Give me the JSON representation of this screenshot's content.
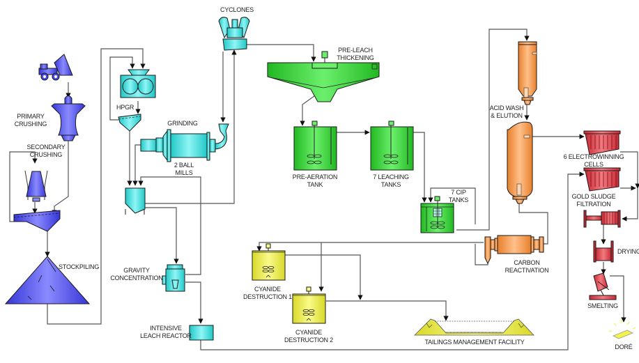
{
  "title": "Gold Processing Flowsheet",
  "colors": {
    "crushing": "#5b5bf0",
    "grinding": "#3fe0e0",
    "leaching": "#3fd43f",
    "elution": "#f5a050",
    "refining": "#e0505a",
    "cyanide": "#ecec4c",
    "tailings": "#e6e63a",
    "dore": "#f2f24a",
    "pipe": "#555555"
  },
  "units": {
    "primary_crushing": {
      "line1": "PRIMARY",
      "line2": "CRUSHING"
    },
    "secondary_crushing": {
      "line1": "SECONDARY",
      "line2": "CRUSHING"
    },
    "stockpiling": {
      "line1": "STOCKPILING"
    },
    "hpgr": {
      "line1": "HPGR"
    },
    "grinding": {
      "line1": "GRINDING"
    },
    "ball_mills": {
      "line1": "2 BALL",
      "line2": "MILLS"
    },
    "cyclones": {
      "line1": "CYCLONES"
    },
    "gravity_concentration": {
      "line1": "GRAVITY",
      "line2": "CONCENTRATION"
    },
    "intensive_leach_reactor": {
      "line1": "INTENSIVE",
      "line2": "LEACH REACTOR"
    },
    "pre_leach_thickening": {
      "line1": "PRE-LEACH",
      "line2": "THICKENING"
    },
    "pre_aeration_tank": {
      "line1": "PRE-AERATION",
      "line2": "TANK"
    },
    "leaching_tanks": {
      "line1": "7 LEACHING",
      "line2": "TANKS"
    },
    "cip_tanks": {
      "line1": "7 CIP",
      "line2": "TANKS"
    },
    "acid_wash_elution": {
      "line1": "ACID WASH",
      "line2": "& ELUTION"
    },
    "carbon_reactivation": {
      "line1": "CARBON",
      "line2": "REACTIVATION"
    },
    "electrowinning_cells": {
      "line1": "6 ELECTROWINNING",
      "line2": "CELLS"
    },
    "gold_sludge_filtration": {
      "line1": "GOLD SLUDGE",
      "line2": "FILTRATION"
    },
    "drying": {
      "line1": "DRYING"
    },
    "smelting": {
      "line1": "SMELTING"
    },
    "dore": {
      "line1": "DORÉ"
    },
    "cyanide_destruction_1": {
      "line1": "CYANIDE",
      "line2": "DESTRUCTION 1"
    },
    "cyanide_destruction_2": {
      "line1": "CYANIDE",
      "line2": "DESTRUCTION 2"
    },
    "tailings_management_facility": {
      "line1": "TAILINGS MANAGEMENT FACILITY"
    }
  }
}
